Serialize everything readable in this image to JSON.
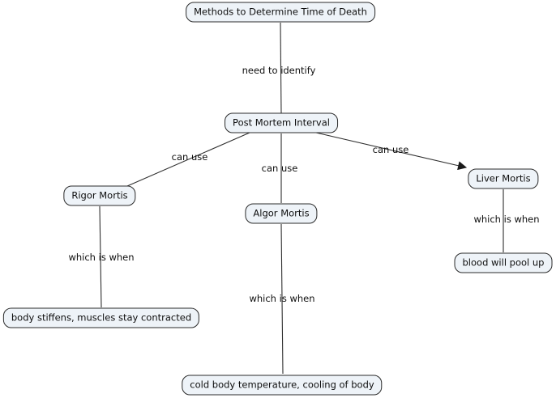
{
  "canvas": {
    "background": "#ffffff",
    "node_fill": "#eef3f8",
    "node_border": "#2b2b2b",
    "line_color": "#2f2f2f",
    "text_color": "#0e0e0e"
  },
  "nodes": {
    "methods": {
      "label": "Methods to Determine Time of Death"
    },
    "pmi": {
      "label": "Post Mortem Interval"
    },
    "rigor": {
      "label": "Rigor Mortis"
    },
    "algor": {
      "label": "Algor Mortis"
    },
    "liver": {
      "label": "Liver Mortis"
    },
    "rigor_desc": {
      "label": "body stiffens, muscles stay contracted"
    },
    "algor_desc": {
      "label": "cold body temperature, cooling of body"
    },
    "liver_desc": {
      "label": "blood will pool up"
    }
  },
  "edge_labels": {
    "need_to_identify": "need to identify",
    "can_use_left": "can use",
    "can_use_center": "can use",
    "can_use_right": "can use",
    "which_is_when_left": "which is when",
    "which_is_when_center": "which is when",
    "which_is_when_right": "which is when"
  },
  "edges": [
    {
      "from": "methods",
      "to": "pmi",
      "label": "need to identify",
      "arrow": false
    },
    {
      "from": "pmi",
      "to": "rigor",
      "label": "can use",
      "arrow": false
    },
    {
      "from": "pmi",
      "to": "algor",
      "label": "can use",
      "arrow": false
    },
    {
      "from": "pmi",
      "to": "liver",
      "label": "can use",
      "arrow": true
    },
    {
      "from": "rigor",
      "to": "rigor_desc",
      "label": "which is when",
      "arrow": false
    },
    {
      "from": "algor",
      "to": "algor_desc",
      "label": "which is when",
      "arrow": false
    },
    {
      "from": "liver",
      "to": "liver_desc",
      "label": "which is when",
      "arrow": false
    }
  ]
}
